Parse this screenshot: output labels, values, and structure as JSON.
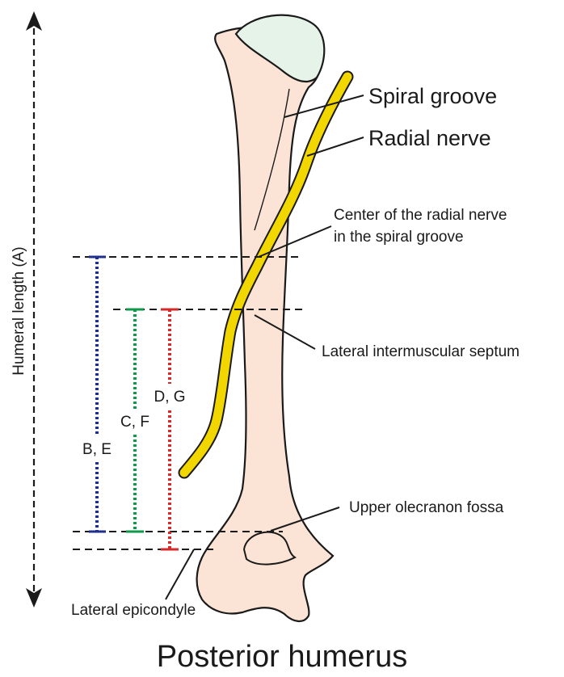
{
  "labels": {
    "spiral_groove": "Spiral groove",
    "radial_nerve": "Radial nerve",
    "center_line1": "Center of the radial nerve",
    "center_line2": "in the spiral groove",
    "lateral_septum": "Lateral intermuscular septum",
    "upper_olecranon": "Upper olecranon fossa",
    "lateral_epicondyle": "Lateral epicondyle",
    "humeral_length": "Humeral length (A)",
    "dim_be": "B, E",
    "dim_cf": "C, F",
    "dim_dg": "D, G"
  },
  "title": "Posterior humerus",
  "colors": {
    "bone": "#fbe4d5",
    "head": "#e5f3e8",
    "nerve": "#f2d600",
    "blue": "#1f2f8f",
    "green": "#0e9a48",
    "red": "#d62a2a"
  }
}
